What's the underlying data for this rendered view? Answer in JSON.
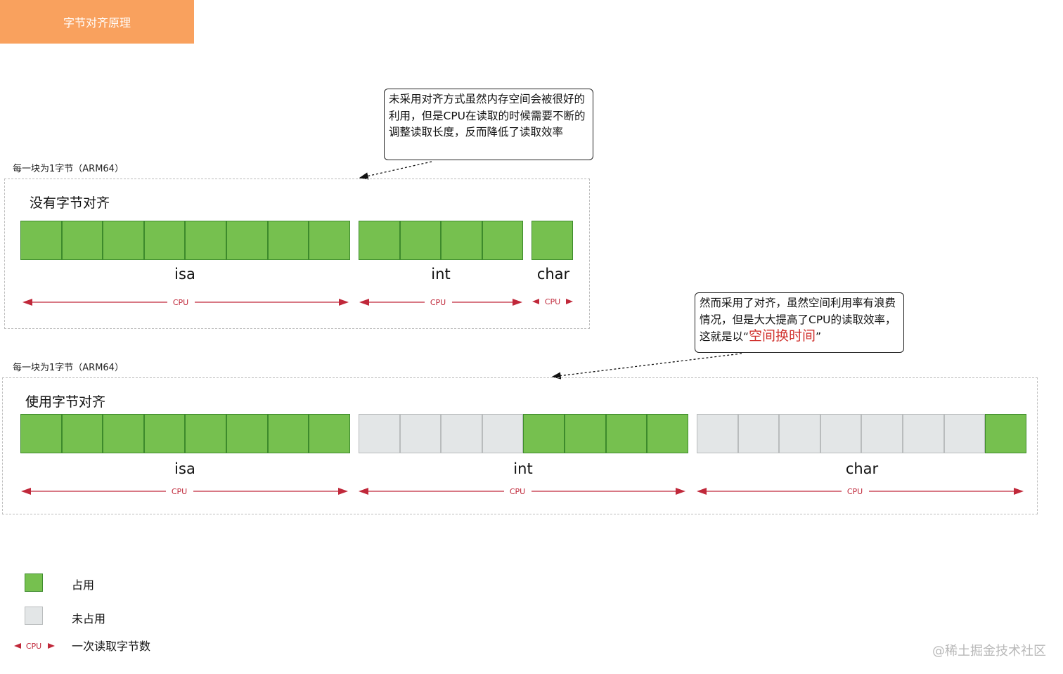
{
  "title": "字节对齐原理",
  "note_top": "未采用对齐方式虽然内存空间会被很好的利用，但是CPU在读取的时候需要不断的调整读取长度，反而降低了读取效率",
  "note_bottom": {
    "text": "然而采用了对齐，虽然空间利用率有浪费情况，但是大大提高了CPU的读取效率，这就是以“",
    "highlight": "空间换时间",
    "suffix": "”"
  },
  "caption": "每一块为1字节（ARM64）",
  "panel_unaligned": {
    "title": "没有字节对齐",
    "groups": [
      {
        "label": "isa",
        "cells": [
          "used",
          "used",
          "used",
          "used",
          "used",
          "used",
          "used",
          "used"
        ],
        "cpu": "CPU"
      },
      {
        "label": "int",
        "cells": [
          "used",
          "used",
          "used",
          "used"
        ],
        "cpu": "CPU"
      },
      {
        "label": "char",
        "cells": [
          "used"
        ],
        "cpu": "CPU"
      }
    ]
  },
  "panel_aligned": {
    "title": "使用字节对齐",
    "groups": [
      {
        "label": "isa",
        "cells": [
          "used",
          "used",
          "used",
          "used",
          "used",
          "used",
          "used",
          "used"
        ],
        "cpu": "CPU"
      },
      {
        "label": "int",
        "cells": [
          "free",
          "free",
          "free",
          "free",
          "used",
          "used",
          "used",
          "used"
        ],
        "cpu": "CPU"
      },
      {
        "label": "char",
        "cells": [
          "free",
          "free",
          "free",
          "free",
          "free",
          "free",
          "free",
          "used"
        ],
        "cpu": "CPU"
      }
    ]
  },
  "legend": [
    {
      "kind": "used",
      "label": "占用"
    },
    {
      "kind": "free",
      "label": "未占用"
    },
    {
      "kind": "cpu",
      "sample": "CPU",
      "label": "一次读取字节数"
    }
  ],
  "colors": {
    "used": "#76c04f",
    "free": "#e3e6e7",
    "arrow": "#c0283a",
    "title_bg": "#f9a15e"
  },
  "watermark": "@稀土掘金技术社区"
}
